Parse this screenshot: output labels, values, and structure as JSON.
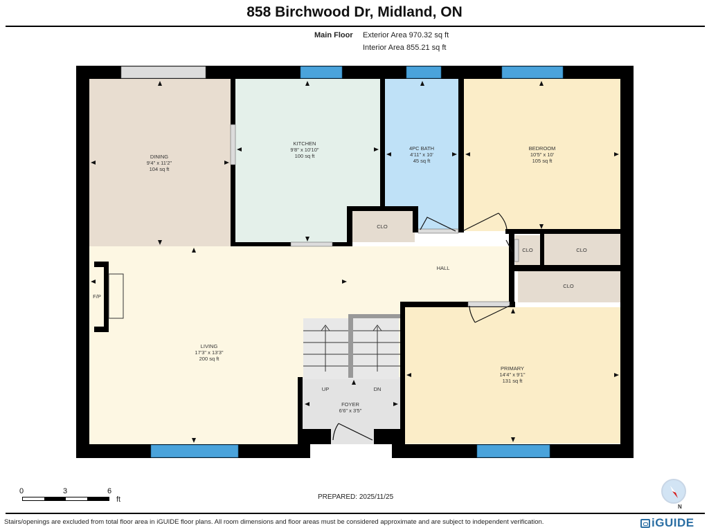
{
  "header": {
    "title": "858 Birchwood Dr, Midland, ON",
    "floor_name": "Main Floor",
    "exterior_area": "Exterior Area 970.32 sq ft",
    "interior_area": "Interior Area 855.21 sq ft"
  },
  "rooms": [
    {
      "name": "DINING",
      "dimensions": "9'4\" x 11'2\"",
      "area": "104 sq ft",
      "color": "#e8ddd0"
    },
    {
      "name": "KITCHEN",
      "dimensions": "9'8\" x 10'10\"",
      "area": "100 sq ft",
      "color": "#e4f0ea"
    },
    {
      "name": "4PC BATH",
      "dimensions": "4'11\" x 10'",
      "area": "45 sq ft",
      "color": "#bfe1f7"
    },
    {
      "name": "BEDROOM",
      "dimensions": "10'5\" x 10'",
      "area": "105 sq ft",
      "color": "#fbedc8"
    },
    {
      "name": "LIVING",
      "dimensions": "17'3\" x 13'3\"",
      "area": "200 sq ft",
      "color": "#fdf7e3"
    },
    {
      "name": "PRIMARY",
      "dimensions": "14'4\" x 9'1\"",
      "area": "131 sq ft",
      "color": "#fbedc8"
    },
    {
      "name": "FOYER",
      "dimensions": "6'6\" x 3'5\"",
      "area": "",
      "color": "#e3e3e3"
    },
    {
      "name": "HALL",
      "dimensions": "",
      "area": "",
      "color": "#fdf7e3"
    }
  ],
  "minor_labels": {
    "closet": "CLO",
    "fireplace": "F/P",
    "stairs_up": "UP",
    "stairs_down": "DN"
  },
  "colors": {
    "wall": "#000000",
    "window": "#4aa3db",
    "closet": "#e5dcd0",
    "opening": "#dddddd"
  },
  "scale": {
    "ticks": [
      "0",
      "3",
      "6"
    ],
    "unit": "ft"
  },
  "footer": {
    "prepared": "PREPARED: 2025/11/25",
    "disclaimer": "Stairs/openings are excluded from total floor area in iGUIDE floor plans. All room dimensions and floor areas must be considered approximate and are subject to independent verification.",
    "brand": "iGUIDE",
    "compass_label": "N"
  }
}
